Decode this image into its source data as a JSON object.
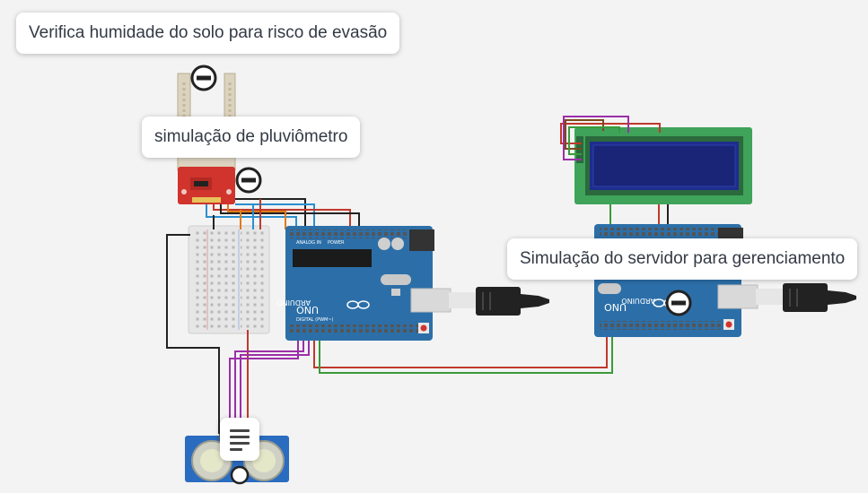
{
  "annotations": {
    "soil_note": "Verifica humidade do solo para risco de evasão",
    "rain_note": "simulação de pluviômetro",
    "server_note": "Simulação do servidor para gerenciamento"
  },
  "boards": {
    "left_model": "UNO",
    "left_brand": "ARDUINO",
    "right_model": "UNO",
    "right_brand": "ARDUINO",
    "power_label": "POWER",
    "analog_label": "ANALOG IN",
    "digital_label": "DIGITAL (PWM~)"
  },
  "icons": {
    "collapse": "minus-circle-icon",
    "note": "note-lines-icon",
    "arduino_logo": "infinity-icon"
  },
  "colors": {
    "background": "#f3f3f3",
    "arduino_blue": "#2c6fa8",
    "sensor_red": "#d0342c",
    "lcd_green": "#3fa35a",
    "lcd_screen": "#1f2d8f",
    "wire_red": "#c0392b",
    "wire_green": "#3a9a3a",
    "wire_blue": "#2a8fd0",
    "wire_orange": "#e07b18",
    "wire_purple": "#9b2fa8",
    "wire_black": "#222222",
    "wire_brown": "#7a4a1a"
  }
}
